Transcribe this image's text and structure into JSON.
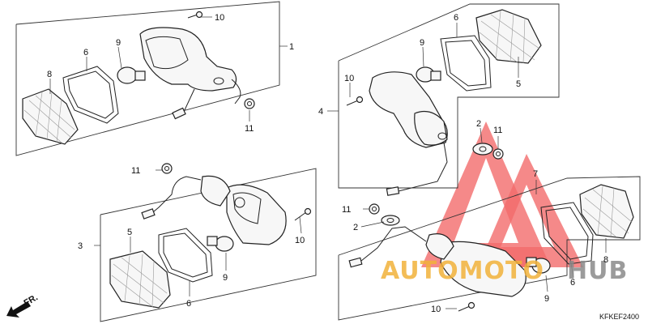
{
  "diagram": {
    "code": "KFKEF2400",
    "direction_label": "FR.",
    "callouts": {
      "c1": "1",
      "c2a": "2",
      "c2b": "2",
      "c3": "3",
      "c4": "4",
      "c5a": "5",
      "c5b": "5",
      "c6a": "6",
      "c6b": "6",
      "c6c": "6",
      "c6d": "6",
      "c7": "7",
      "c8a": "8",
      "c8b": "8",
      "c9a": "9",
      "c9b": "9",
      "c9c": "9",
      "c9d": "9",
      "c10a": "10",
      "c10b": "10",
      "c10c": "10",
      "c10d": "10",
      "c11a": "11",
      "c11b": "11",
      "c11c": "11",
      "c11d": "11"
    }
  },
  "watermark": {
    "word_a": "AUTOMOTO",
    "word_b": "HUB",
    "color_a": "#f2b23a",
    "color_b": "#8a8a8a",
    "triangle_color": "#ef3b3b"
  }
}
